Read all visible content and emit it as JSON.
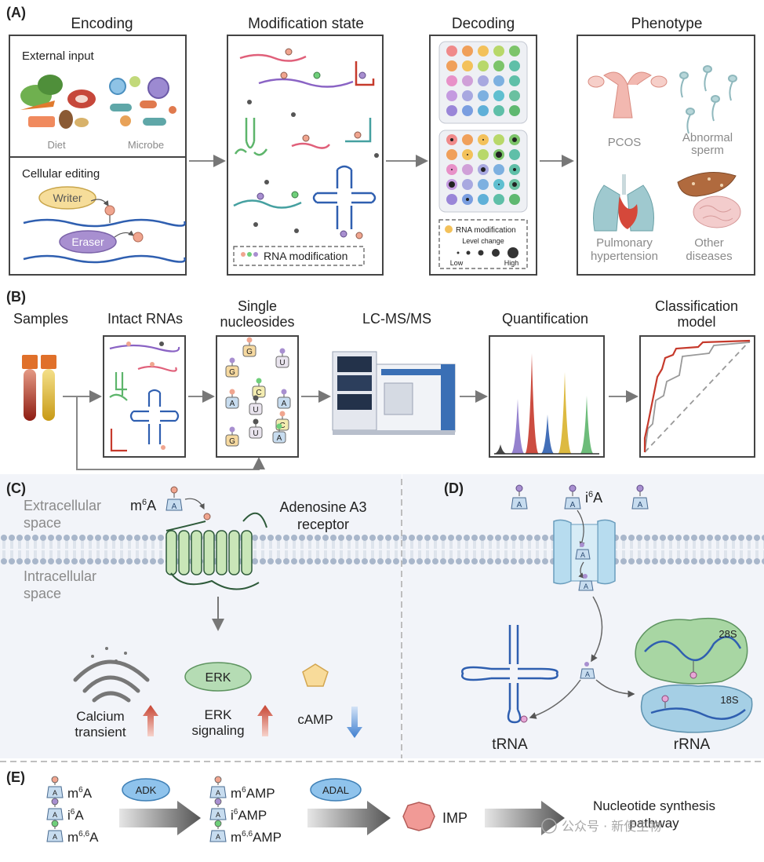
{
  "panel_a": {
    "label": "(A)",
    "headings": {
      "encoding": "Encoding",
      "modification": "Modification state",
      "decoding": "Decoding",
      "phenotype": "Phenotype"
    },
    "external_input": "External input",
    "diet": "Diet",
    "microbe": "Microbe",
    "cellular_editing": "Cellular editing",
    "writer": "Writer",
    "eraser": "Eraser",
    "rna_mod_legend": "RNA modification",
    "decoding_legend_mod": "RNA modification",
    "level_change": "Level change",
    "low": "Low",
    "high": "High",
    "pcos": "PCOS",
    "abnormal": "Abnormal",
    "sperm": "sperm",
    "pulmonary": "Pulmonary",
    "hypertension": "hypertension",
    "other": "Other",
    "diseases": "diseases"
  },
  "panel_b": {
    "label": "(B)",
    "samples": "Samples",
    "intact": "Intact RNAs",
    "single1": "Single",
    "single2": "nucleosides",
    "lcms": "LC-MS/MS",
    "quant": "Quantification",
    "class1": "Classification",
    "class2": "model",
    "nuc": [
      "G",
      "G",
      "U",
      "C",
      "A",
      "U",
      "A",
      "C",
      "G",
      "U",
      "A"
    ]
  },
  "panel_c": {
    "label": "(C)",
    "extra1": "Extracellular",
    "extra2": "space",
    "m6a_pre": "m",
    "m6a_sup": "6",
    "m6a_post": "A",
    "receptor1": "Adenosine A3",
    "receptor2": "receptor",
    "intra1": "Intracellular",
    "intra2": "space",
    "erk": "ERK",
    "calcium1": "Calcium",
    "calcium2": "transient",
    "erk1": "ERK",
    "erk2": "signaling",
    "camp": "cAMP"
  },
  "panel_d": {
    "label": "(D)",
    "i6a_pre": "i",
    "i6a_sup": "6",
    "i6a_post": "A",
    "s28": "28S",
    "s18": "18S",
    "trna": "tRNA",
    "rrna": "rRNA"
  },
  "panel_e": {
    "label": "(E)",
    "adk": "ADK",
    "adal": "ADAL",
    "imp": "IMP",
    "nuc1": "Nucleotide synthesis",
    "nuc2": "pathway",
    "inputs": [
      {
        "pre": "m",
        "sup": "6",
        "post": "A"
      },
      {
        "pre": "i",
        "sup": "6",
        "post": "A"
      },
      {
        "pre": "m",
        "sup": "6,6",
        "post": "A"
      }
    ],
    "outputs": [
      {
        "pre": "m",
        "sup": "6",
        "post": "AMP"
      },
      {
        "pre": "i",
        "sup": "6",
        "post": "AMP"
      },
      {
        "pre": "m",
        "sup": "6,6",
        "post": "AMP"
      }
    ],
    "watermark": "公众号 · 新使生物"
  },
  "colors": {
    "rna_blue": "#2f5fb0",
    "rna_green": "#5db56b",
    "rna_purple": "#8a63c4",
    "rna_red": "#c63a2c",
    "rna_pink": "#e0607a",
    "rna_teal": "#45a0a0",
    "membrane": "#aab8cc",
    "up_red": "#c74432",
    "down_blue": "#3f7fd0"
  }
}
